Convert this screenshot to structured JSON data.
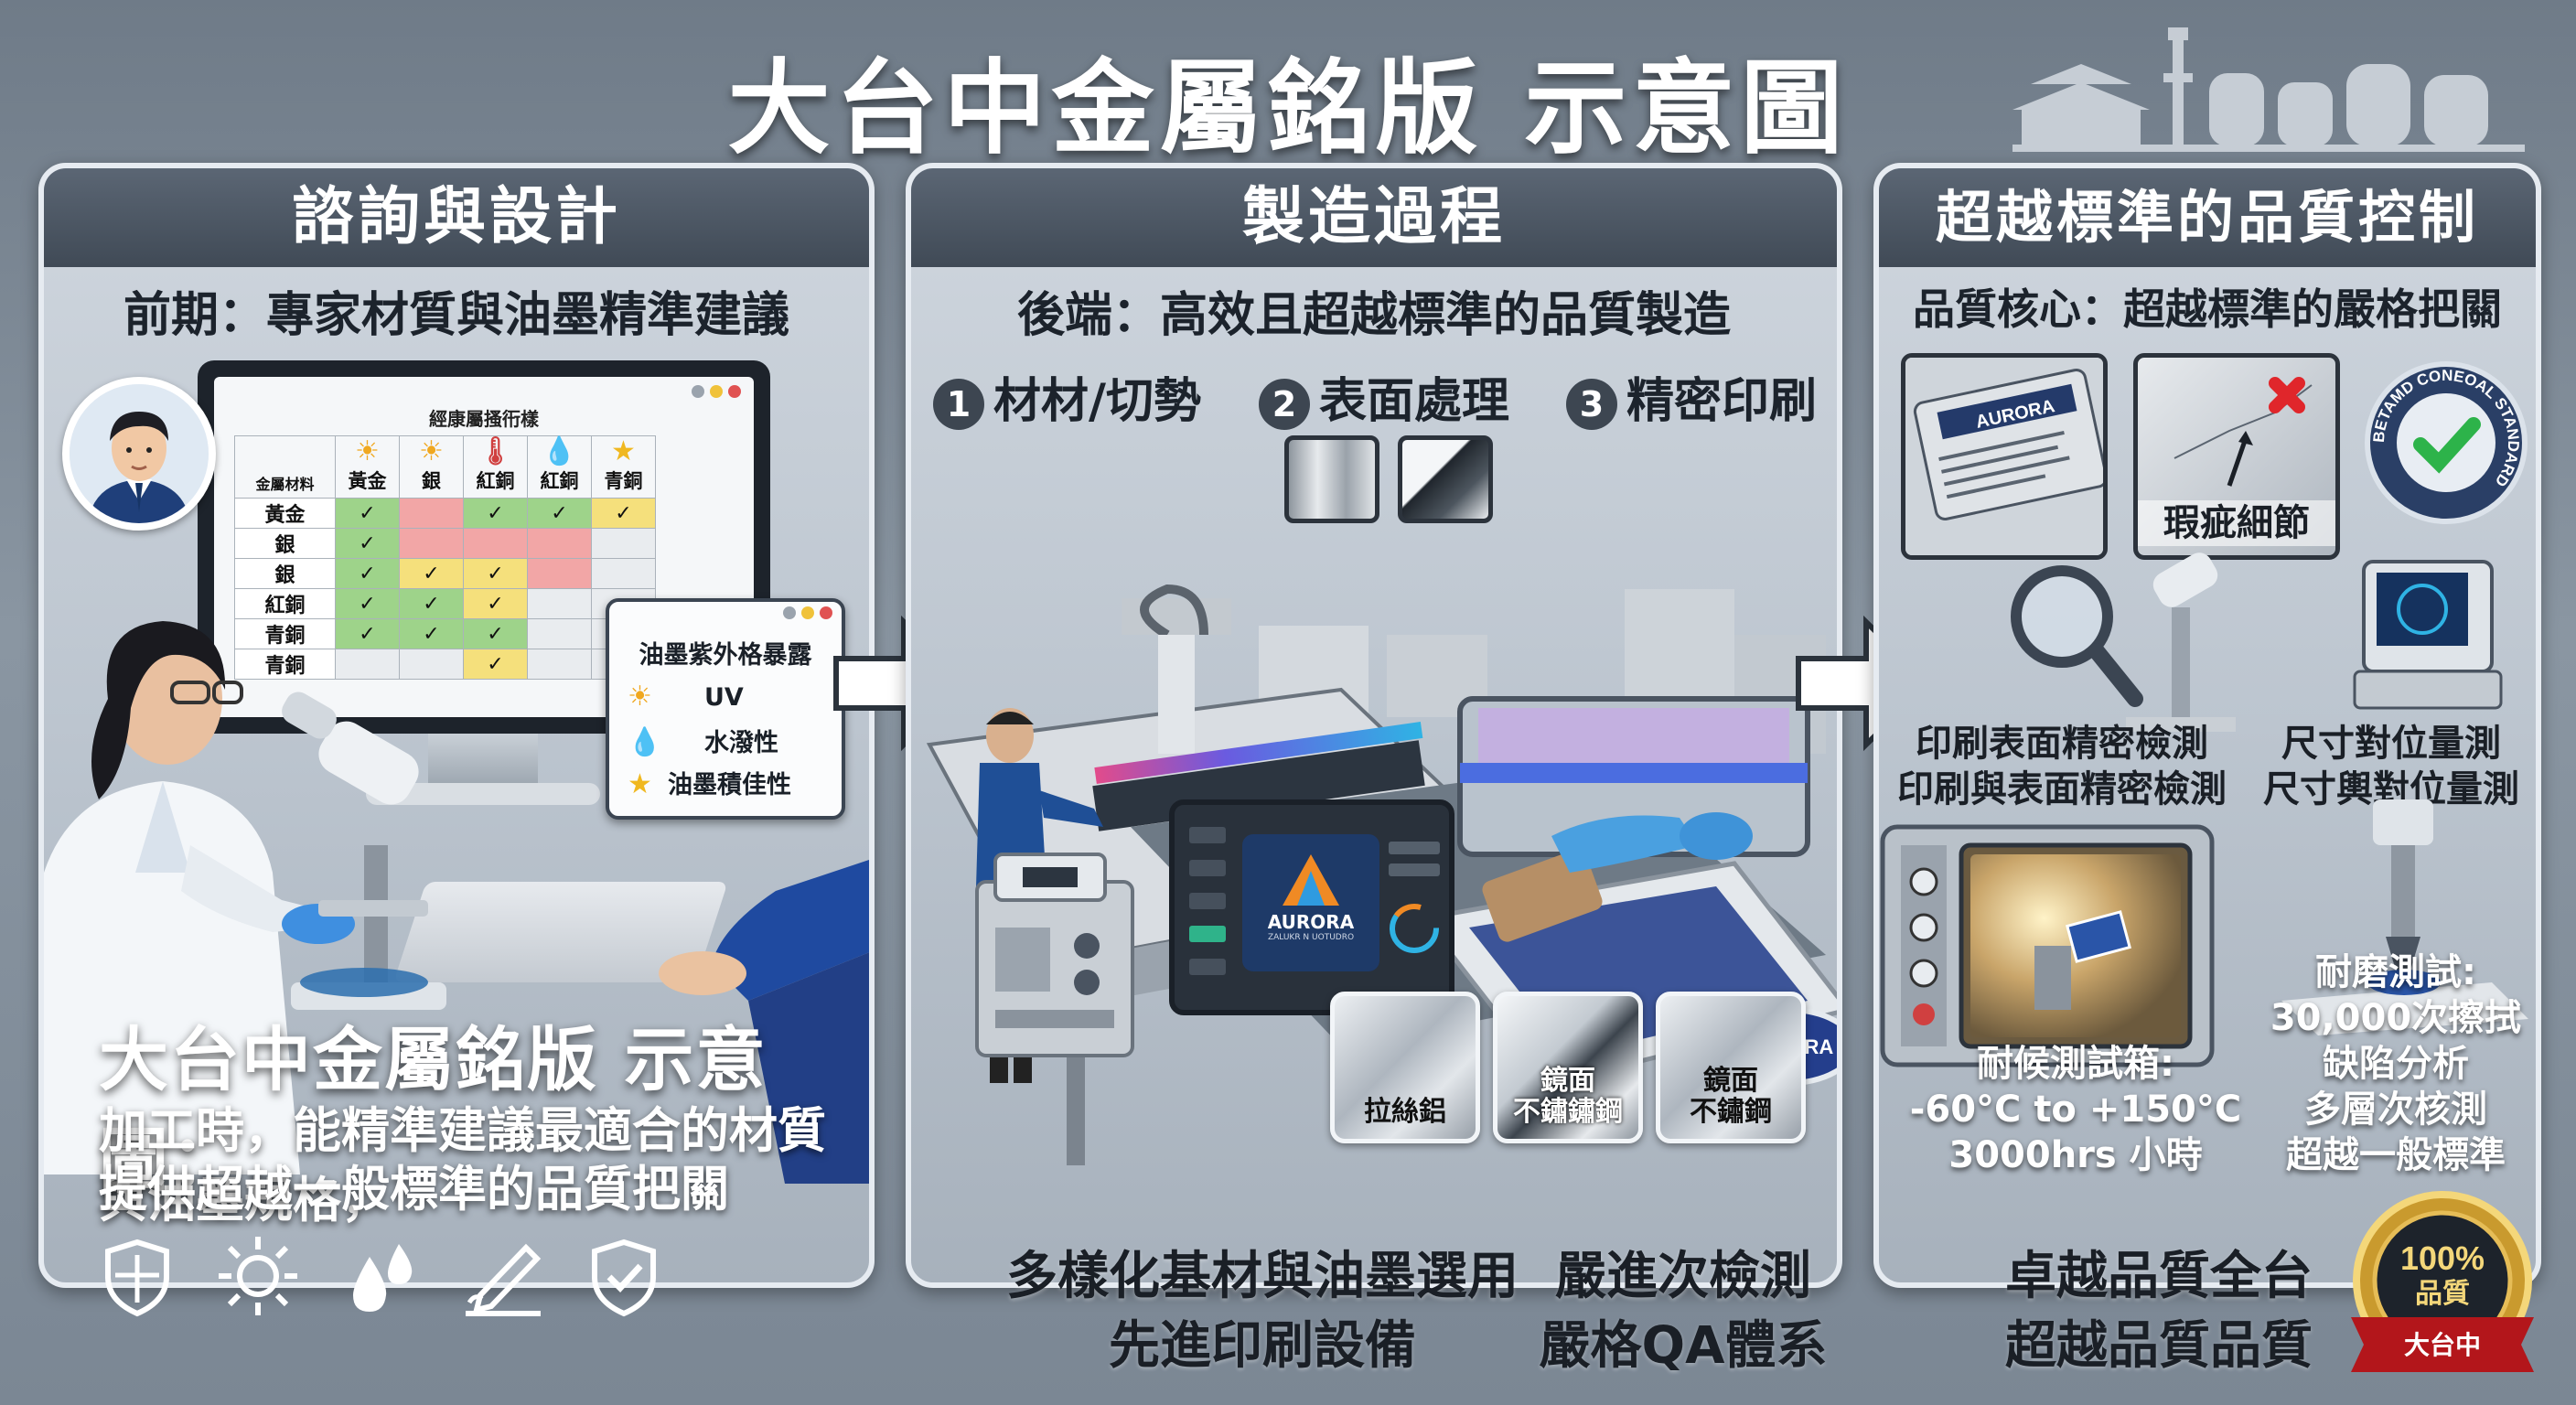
{
  "title": "大台中金屬銘版 示意圖",
  "panels": {
    "consult": {
      "header": "諮詢與設計",
      "subtitle": "前期：專家材質與油墨精準建議",
      "monitor": {
        "title": "經康屬搔衎樣",
        "corner_label": "金屬材料",
        "columns": [
          {
            "label": "黃金",
            "icon": "sun-icon"
          },
          {
            "label": "銀",
            "icon": "sun-icon"
          },
          {
            "label": "紅銅",
            "icon": "thermometer-icon"
          },
          {
            "label": "紅銅",
            "icon": "water-drop-icon"
          },
          {
            "label": "青銅",
            "icon": "star-icon"
          }
        ],
        "rows": [
          {
            "label": "黃金",
            "cells": [
              [
                "g",
                "✓"
              ],
              [
                "r",
                ""
              ],
              [
                "g",
                "✓"
              ],
              [
                "g",
                "✓"
              ],
              [
                "y",
                "✓"
              ]
            ]
          },
          {
            "label": "銀",
            "cells": [
              [
                "g",
                "✓"
              ],
              [
                "r",
                ""
              ],
              [
                "r",
                ""
              ],
              [
                "r",
                ""
              ],
              [
                "w",
                ""
              ]
            ]
          },
          {
            "label": "銀",
            "cells": [
              [
                "g",
                "✓"
              ],
              [
                "y",
                "✓"
              ],
              [
                "y",
                "✓"
              ],
              [
                "r",
                ""
              ],
              [
                "w",
                ""
              ]
            ]
          },
          {
            "label": "紅銅",
            "cells": [
              [
                "g",
                "✓"
              ],
              [
                "g",
                "✓"
              ],
              [
                "y",
                "✓"
              ],
              [
                "w",
                ""
              ],
              [
                "w",
                ""
              ]
            ]
          },
          {
            "label": "青銅",
            "cells": [
              [
                "g",
                "✓"
              ],
              [
                "g",
                "✓"
              ],
              [
                "g",
                "✓"
              ],
              [
                "w",
                ""
              ],
              [
                "w",
                ""
              ]
            ]
          },
          {
            "label": "青銅",
            "cells": [
              [
                "w",
                ""
              ],
              [
                "w",
                ""
              ],
              [
                "y",
                "✓"
              ],
              [
                "w",
                ""
              ],
              [
                "w",
                ""
              ]
            ]
          }
        ]
      },
      "ink_card": {
        "title": "油墨紫外格暴露",
        "items": [
          {
            "icon": "sun-icon",
            "label": "UV"
          },
          {
            "icon": "water-drop-icon",
            "label": "水潑性"
          },
          {
            "icon": "star-icon",
            "label": "油墨積佳性"
          }
        ]
      },
      "caption_title": "大台中金屬銘版 示意圖：",
      "caption_lines": [
        "加工時，能精準建議最適合的材質與油墨規格，",
        "提供超越一般標準的品質把關"
      ],
      "icons": [
        "shield-icon",
        "sun-icon",
        "water-drops-icon",
        "pen-icon",
        "check-shield-icon"
      ]
    },
    "manufacture": {
      "header": "製造過程",
      "subtitle": "後端：高效且超越標準的品質製造",
      "steps": [
        {
          "num": "1",
          "label": "材材/切勢"
        },
        {
          "num": "2",
          "label": "表面處理"
        },
        {
          "num": "3",
          "label": "精密印刷"
        }
      ],
      "tablet_brand": "AURORA",
      "tablet_sub": "ZALUKR N UOTUDRO",
      "plate_brand": "AURORA",
      "materials": [
        {
          "label": "拉絲鋁"
        },
        {
          "label": "鏡面\n不鏽鏽鋼"
        },
        {
          "label": "鏡面\n不鏽鋼"
        }
      ]
    },
    "quality": {
      "header": "超越標準的品質控制",
      "subtitle": "品質核心：超越標準的嚴格把關",
      "card_brand": "AURORA",
      "defect_label": "瑕疵細節",
      "seal_text": "BETAMD CONEOAL STANDARD",
      "inspect_lines": [
        "印刷表面精密檢測",
        "印刷與表面精密檢測"
      ],
      "measure_lines": [
        "尺寸對位量測",
        "尺寸輿對位量測"
      ],
      "weather_lines": [
        "耐候測試箱:",
        "-60°C to +150°C",
        "3000hrs 小時"
      ],
      "wear_lines": [
        "耐磨測試:",
        "30,000次擦拭",
        "缺陷分析",
        "多層次核測",
        "超越一般標準"
      ]
    }
  },
  "bottom": {
    "left_lines": [
      "多樣化基材與油墨選用",
      "先進印刷設備"
    ],
    "mid_lines": [
      "嚴進次檢測",
      "嚴格QA體系"
    ],
    "right_lines": [
      "卓越品質全台",
      "超越品質品質"
    ],
    "badge_percent": "100%",
    "badge_quality": "品質",
    "badge_ribbon": "大台中"
  },
  "colors": {
    "header_bg": "#4a5461",
    "green_check": "#2db34a",
    "red_x": "#e0262b",
    "badge_gold": "#c99a2e",
    "ribbon_red": "#b3161b"
  }
}
